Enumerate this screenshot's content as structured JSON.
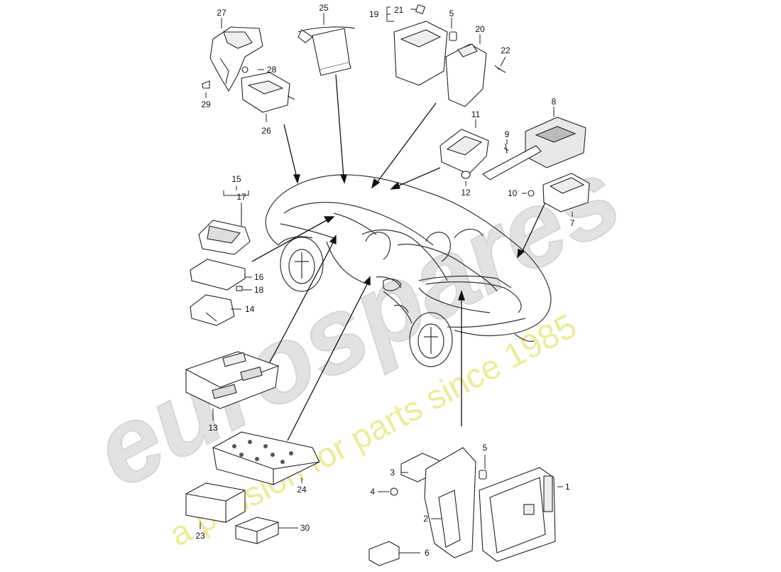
{
  "watermark": {
    "brand": "eurospares",
    "tagline": "a passion for parts since 1985",
    "brand_color": "#e2e2e2",
    "tagline_color": "#ecec9a"
  },
  "diagram": {
    "line_color": "#1a1a1a",
    "callouts": {
      "c1": "1",
      "c2": "2",
      "c3": "3",
      "c4": "4",
      "c5a": "5",
      "c5b": "5",
      "c6": "6",
      "c7": "7",
      "c8": "8",
      "c9": "9",
      "c10": "10",
      "c11": "11",
      "c12": "12",
      "c13": "13",
      "c14": "14",
      "c15": "15",
      "c16": "16",
      "c17": "17",
      "c18": "18",
      "c19": "19",
      "c20": "20",
      "c21": "21",
      "c22": "22",
      "c23": "23",
      "c24": "24",
      "c25": "25",
      "c26": "26",
      "c27": "27",
      "c28": "28",
      "c29": "29",
      "c30": "30"
    }
  }
}
